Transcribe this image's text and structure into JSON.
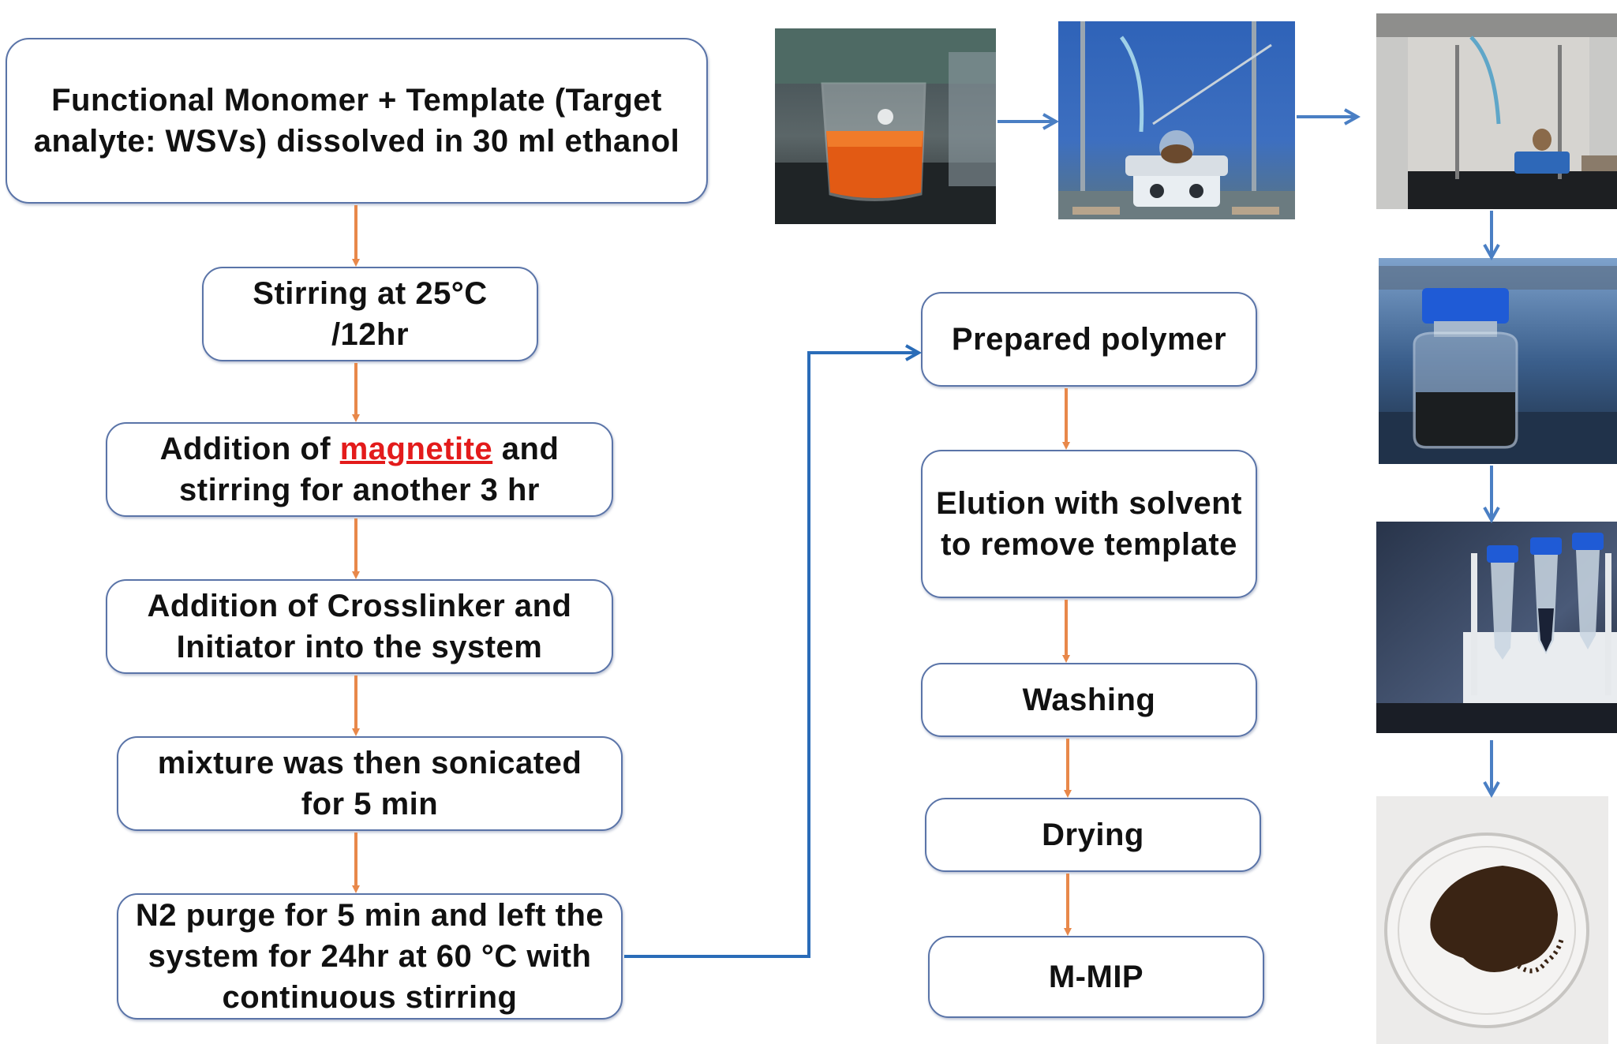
{
  "left_column": {
    "step1": "Functional Monomer + Template (Target analyte: WSVs) dissolved in 30 ml ethanol",
    "step2_line1": "Stirring at 25°C",
    "step2_line2": "/12hr",
    "step3_pre": "Addition of ",
    "step3_highlight": "magnetite",
    "step3_post": " and stirring for another 3 hr",
    "step4": "Addition of Crosslinker and Initiator into the system",
    "step5": "mixture was then sonicated for 5 min",
    "step6": "N2 purge for 5 min and left the system for 24hr at 60 °C with continuous stirring"
  },
  "middle_column": {
    "step1": "Prepared polymer",
    "step2": "Elution with solvent to remove template",
    "step3": "Washing",
    "step4": "Drying",
    "step5": "M-MIP"
  },
  "photos": [
    {
      "subject": "beaker with orange solution"
    },
    {
      "subject": "flask on magnetic stirrer hotplate"
    },
    {
      "subject": "fume hood setup with stirrer"
    },
    {
      "subject": "glass bottle with blue cap"
    },
    {
      "subject": "centrifuge tubes in rack"
    },
    {
      "subject": "petri dish with brown powder"
    }
  ],
  "colors": {
    "box_border": "#5a74a8",
    "highlight_text": "#e31b1b",
    "orange_arrow": "#e8884a",
    "blue_arrow": "#4a7fc4",
    "connector": "#2a6cb8"
  }
}
